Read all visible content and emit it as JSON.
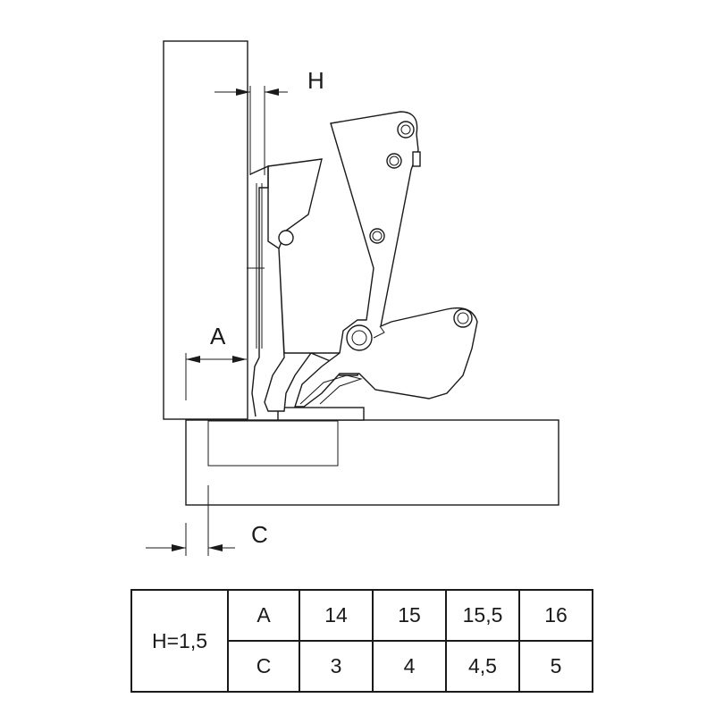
{
  "labels": {
    "h": "H",
    "a": "A",
    "c": "C"
  },
  "table": {
    "header": "H=1,5",
    "rows": [
      {
        "key": "A",
        "values": [
          "14",
          "15",
          "15,5",
          "16"
        ]
      },
      {
        "key": "C",
        "values": [
          "3",
          "4",
          "4,5",
          "5"
        ]
      }
    ]
  }
}
